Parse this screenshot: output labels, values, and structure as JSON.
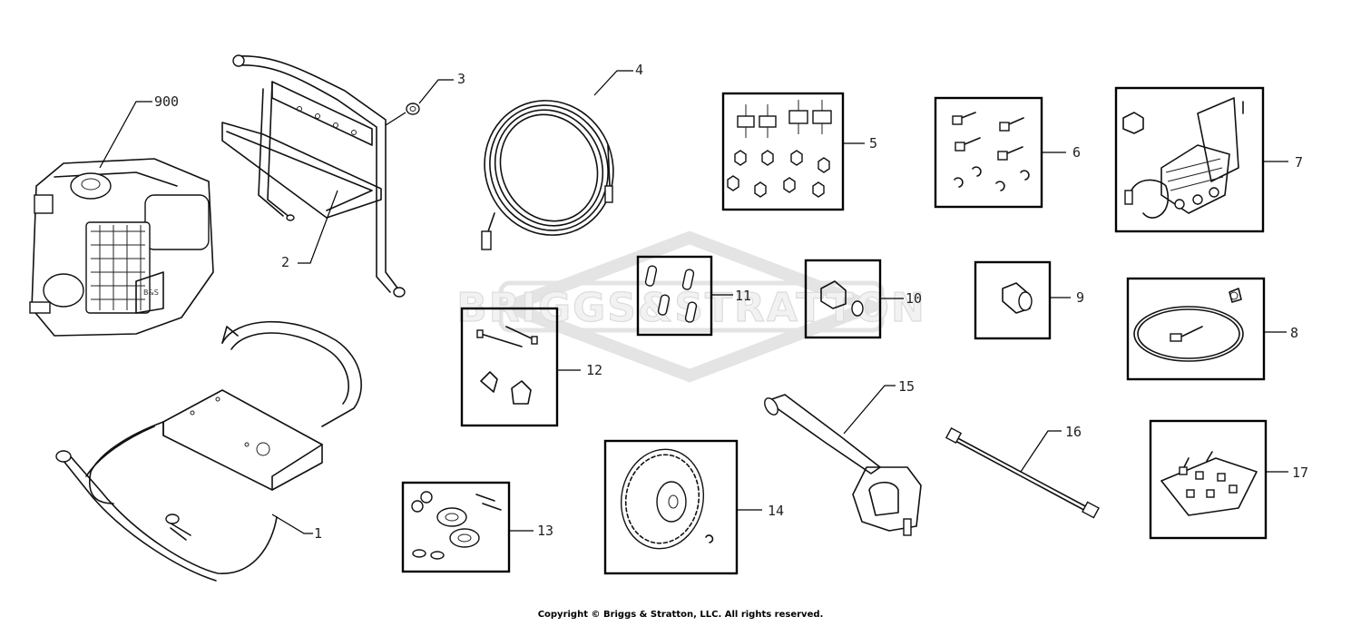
{
  "watermark": {
    "text": "BRIGGS&STRATTON"
  },
  "callouts": {
    "c900": "900",
    "c1": "1",
    "c2": "2",
    "c3": "3",
    "c4": "4",
    "c5": "5",
    "c6": "6",
    "c7": "7",
    "c8": "8",
    "c9": "9",
    "c10": "10",
    "c11": "11",
    "c12": "12",
    "c13": "13",
    "c14": "14",
    "c15": "15",
    "c16": "16",
    "c17": "17"
  },
  "footer": {
    "copyright": "Copyright © Briggs & Stratton, LLC. All rights reserved."
  }
}
